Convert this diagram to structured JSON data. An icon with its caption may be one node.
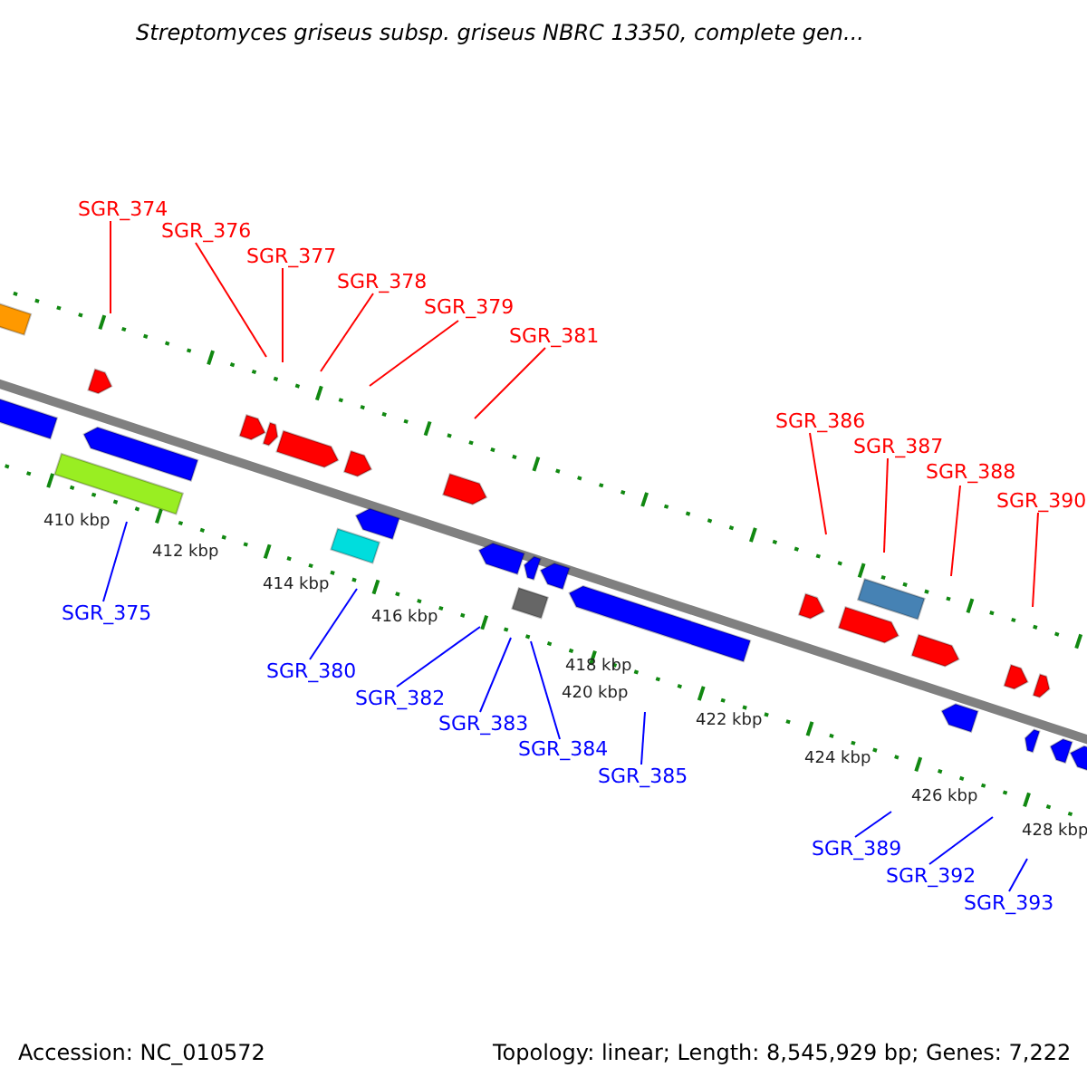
{
  "diagram": {
    "title": "Streptomyces griseus subsp. griseus NBRC 13350, complete gen...",
    "nodes": [
      {
        "text": [
          "SGR_374"
        ]
      },
      {
        "text": [
          "SGR_375"
        ]
      },
      {
        "text": [
          "SGR_376"
        ]
      },
      {
        "text": [
          "SGR_377"
        ]
      },
      {
        "text": [
          "SGR_378"
        ]
      },
      {
        "text": [
          "SGR_379"
        ]
      },
      {
        "text": [
          "SGR_380"
        ]
      },
      {
        "text": [
          "SGR_381"
        ]
      },
      {
        "text": [
          "SGR_382"
        ]
      },
      {
        "text": [
          "SGR_383"
        ]
      },
      {
        "text": [
          "SGR_384"
        ]
      },
      {
        "text": [
          "SGR_385"
        ]
      },
      {
        "text": [
          "SGR_386"
        ]
      },
      {
        "text": [
          "SGR_387"
        ]
      },
      {
        "text": [
          "SGR_388"
        ]
      },
      {
        "text": [
          "SGR_389"
        ]
      },
      {
        "text": [
          "SGR_390"
        ]
      },
      {
        "text": [
          "SGR_392"
        ]
      },
      {
        "text": [
          "SGR_393"
        ]
      }
    ],
    "edges": [
      {
        "from": 0,
        "to": null,
        "arrow": "none"
      },
      {
        "from": 1,
        "to": null,
        "arrow": "none",
        "color": "#0000ff"
      },
      {
        "from": 2,
        "to": null,
        "arrow": "none"
      },
      {
        "from": 3,
        "to": null,
        "arrow": "none"
      },
      {
        "from": 4,
        "to": null,
        "arrow": "none"
      },
      {
        "from": 5,
        "to": null,
        "arrow": "none"
      },
      {
        "from": 6,
        "to": null,
        "arrow": "none",
        "color": "#0000ff"
      },
      {
        "from": 7,
        "to": null,
        "arrow": "none"
      },
      {
        "from": 8,
        "to": null,
        "arrow": "none",
        "color": "#0000ff"
      },
      {
        "from": 9,
        "to": null,
        "arrow": "none",
        "color": "#0000ff"
      },
      {
        "from": 10,
        "to": null,
        "arrow": "none",
        "color": "#0000ff"
      },
      {
        "from": 11,
        "to": null,
        "arrow": "none",
        "color": "#0000ff"
      },
      {
        "from": 12,
        "to": null,
        "arrow": "none"
      },
      {
        "from": 13,
        "to": null,
        "arrow": "none"
      },
      {
        "from": 14,
        "to": null,
        "arrow": "none"
      },
      {
        "from": 15,
        "to": null,
        "arrow": "none",
        "color": "#0000ff"
      },
      {
        "from": 16,
        "to": null,
        "arrow": "none"
      },
      {
        "from": 17,
        "to": null,
        "arrow": "none",
        "color": "#0000ff"
      },
      {
        "from": 18,
        "to": null,
        "arrow": "none",
        "color": "#0000ff"
      }
    ],
    "labels": [
      "410 kbp",
      "412 kbp",
      "414 kbp",
      "416 kbp",
      "418 kbp",
      "420 kbp",
      "422 kbp",
      "424 kbp",
      "426 kbp",
      "428 kbp",
      "Accession: NC_010572",
      "Topology: linear; Length: 8,545,929 bp; Genes: 7,222"
    ]
  }
}
